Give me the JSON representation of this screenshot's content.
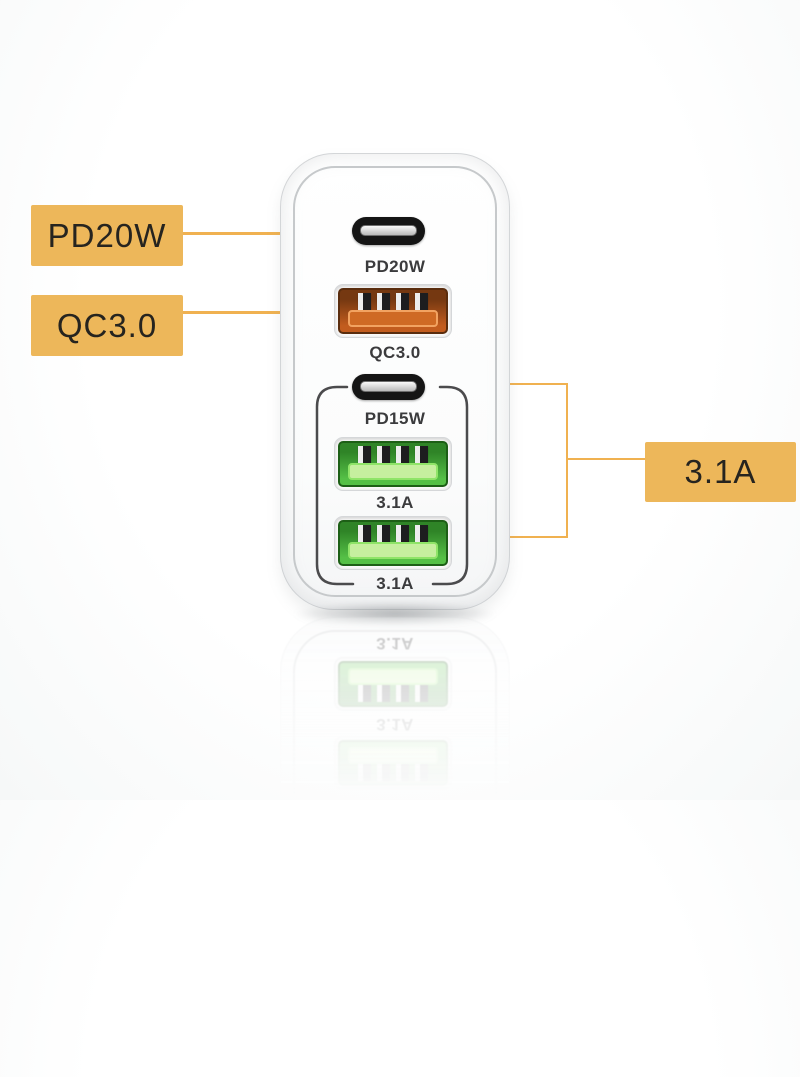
{
  "colors": {
    "accent": "#edb75a",
    "accentLine": "#f0b150",
    "labelText": "#26241f",
    "portText": "#3b3b3d",
    "usbcBlack": "#151515",
    "bracket": "#4b4b4d",
    "qcBorder": "#5a2d0e",
    "qcBodyTop": "#753811",
    "qcBodyBottom": "#c25c1e",
    "qcTongueBorder": "#f2a361",
    "qcTongueFill": "#cf6a24",
    "greenBorder": "#1d5f16",
    "greenBodyTop": "#2f8427",
    "greenBodyBottom": "#55c046",
    "greenTongueBorder": "#8fe468",
    "greenTongueFill": "#c6ef9f"
  },
  "callouts": {
    "left": [
      {
        "label": "PD20W"
      },
      {
        "label": "QC3.0"
      }
    ],
    "right": [
      {
        "label": "3.1A"
      }
    ]
  },
  "charger": {
    "ports": [
      {
        "type": "usb-c",
        "label": "PD20W"
      },
      {
        "type": "usb-a-orange",
        "label": "QC3.0"
      },
      {
        "type": "usb-c",
        "label": "PD15W"
      },
      {
        "type": "usb-a-green",
        "label": "3.1A"
      },
      {
        "type": "usb-a-green",
        "label": "3.1A"
      }
    ]
  }
}
